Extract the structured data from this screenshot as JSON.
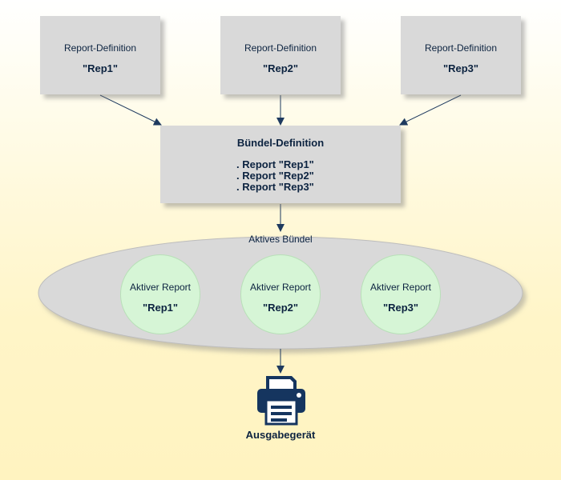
{
  "report_definitions": [
    {
      "label": "Report-Definition",
      "name": "\"Rep1\""
    },
    {
      "label": "Report-Definition",
      "name": "\"Rep2\""
    },
    {
      "label": "Report-Definition",
      "name": "\"Rep3\""
    }
  ],
  "bundle_definition": {
    "title": "Bündel-Definition",
    "lines": [
      ". Report \"Rep1\"",
      ". Report \"Rep2\"",
      ". Report \"Rep3\""
    ]
  },
  "active_bundle": {
    "title": "Aktives Bündel",
    "reports": [
      {
        "label": "Aktiver Report",
        "name": "\"Rep1\""
      },
      {
        "label": "Aktiver Report",
        "name": "\"Rep2\""
      },
      {
        "label": "Aktiver Report",
        "name": "\"Rep3\""
      }
    ]
  },
  "output_device": {
    "label": "Ausgabegerät",
    "icon": "printer-icon"
  },
  "colors": {
    "box_fill": "#d9d9d9",
    "ellipse_fill": "#d9d9d9",
    "circle_fill": "#d6f5d6",
    "text_dark_blue": "#0c2340",
    "printer_blue": "#15355f"
  }
}
